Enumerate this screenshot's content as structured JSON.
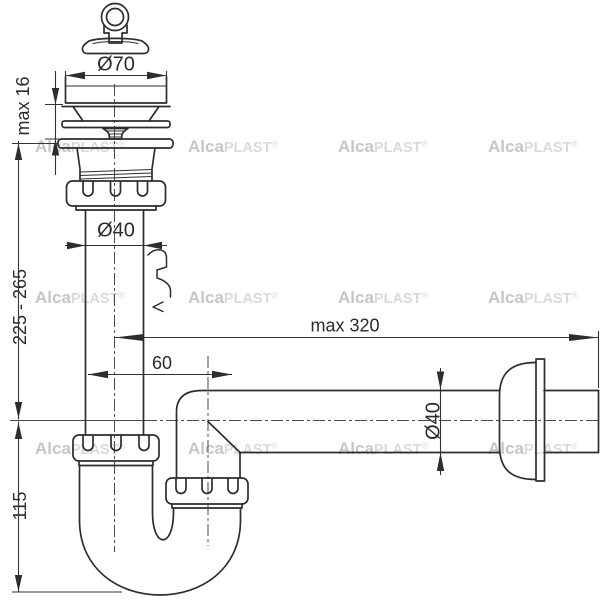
{
  "diagram": {
    "title": "sink-siphon-technical-drawing",
    "dimensions": {
      "plug_diameter": "Ø70",
      "flange_height": "max 16",
      "pipe_diameter_top": "Ø40",
      "inlet_height_range": "225 - 265",
      "outlet_length": "max 320",
      "axis_offset": "60",
      "outlet_diameter": "Ø40",
      "trap_depth": "115"
    },
    "watermark": {
      "part1": "Alca",
      "part2": "PLAST",
      "part3": "®"
    },
    "colors": {
      "line": "#2d2d2d",
      "dimension": "#333333",
      "centerline": "#4a4a4a",
      "watermark_dark": "#c6c6c6",
      "watermark_light": "#dadada",
      "background": "#ffffff"
    }
  }
}
